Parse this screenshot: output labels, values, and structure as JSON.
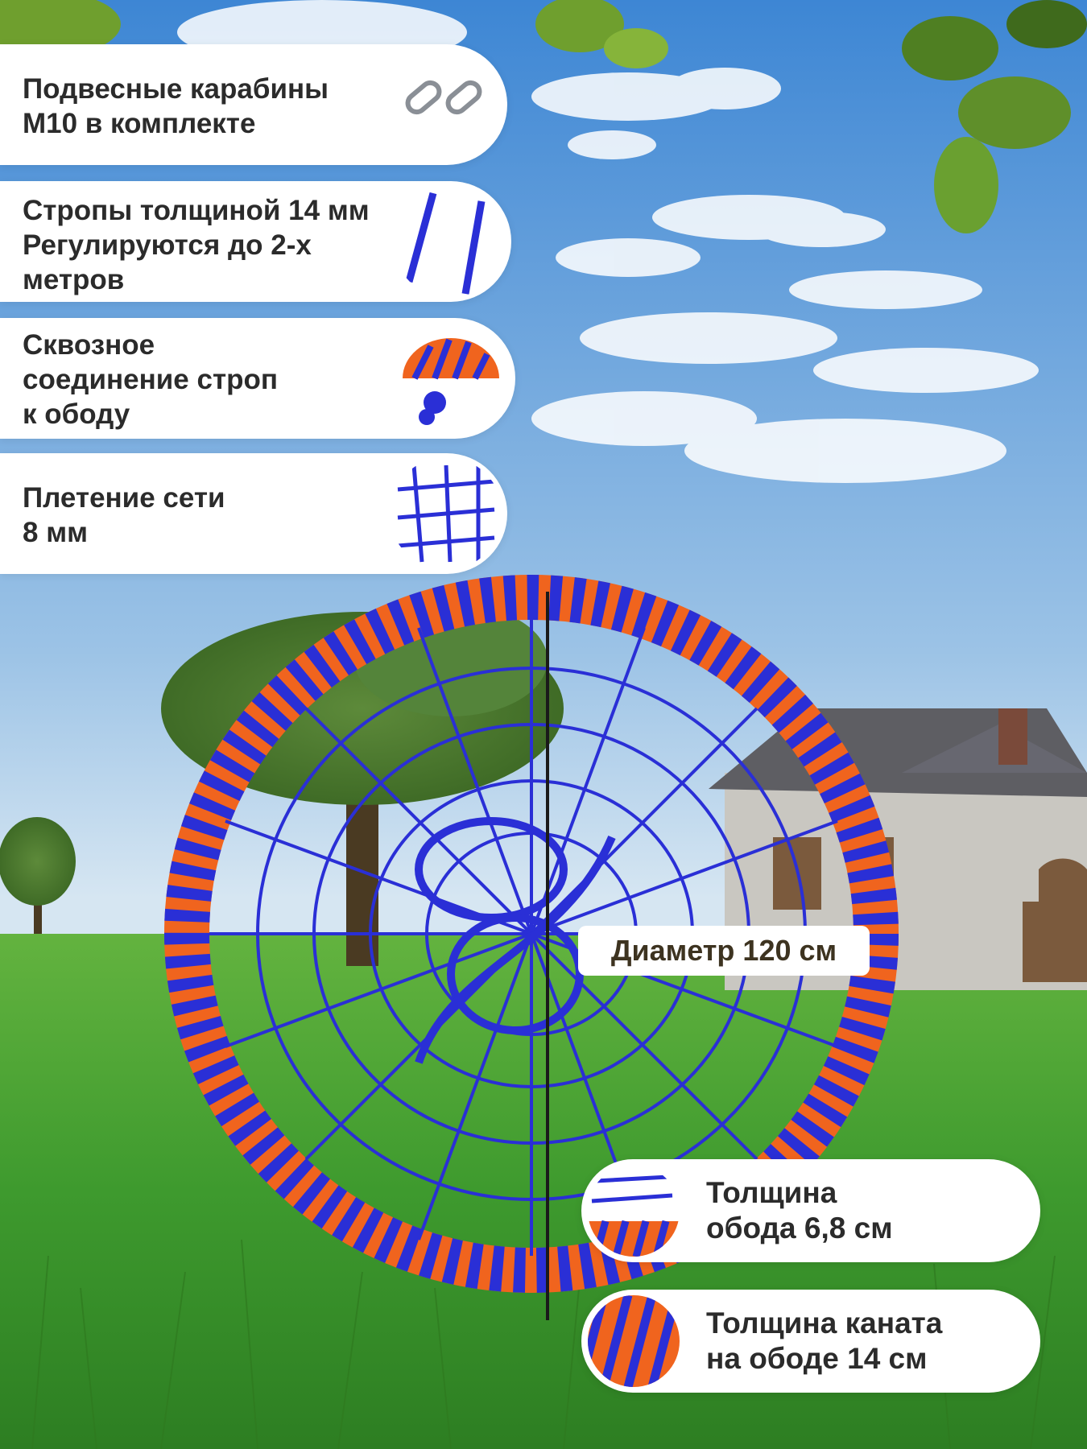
{
  "features": [
    {
      "text": "Подвесные карабины\nМ10 в комплекте",
      "icon": "carabiner-icon"
    },
    {
      "text": "Стропы толщиной 14 мм\nРегулируются до 2-х\nметров",
      "icon": "rope-strap-icon"
    },
    {
      "text": "Сквозное\nсоединение строп\nк ободу",
      "icon": "rope-joint-icon"
    },
    {
      "text": "Плетение сети\n8 мм",
      "icon": "net-weave-icon"
    }
  ],
  "diameter_label": "Диаметр 120 см",
  "specs": [
    {
      "text": "Толщина\nобода 6,8 см",
      "icon": "rim-thickness-icon"
    },
    {
      "text": "Толщина каната\nна ободе 14 см",
      "icon": "rim-rope-icon"
    }
  ],
  "colors": {
    "rope_blue": "#2a2fd6",
    "rope_orange": "#f0641e",
    "sky": "#4f94d8",
    "grass": "#4fa33a"
  }
}
